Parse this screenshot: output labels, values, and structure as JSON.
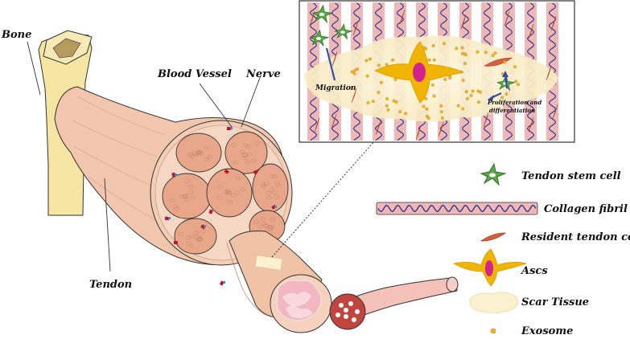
{
  "labels": {
    "bone": "Bone",
    "tendon": "Tendon",
    "blood_vessel": "Blood Vessel",
    "nerve": "Nerve",
    "migration": "Migration",
    "prolif_1": "Proliferation and",
    "prolif_2": "differentiation"
  },
  "legend": [
    {
      "label": "Tendon stem cell",
      "icon": "tendon-stem-cell-icon"
    },
    {
      "label": "Collagen fibril",
      "icon": "collagen-fibril-icon"
    },
    {
      "label": "Resident tendon cell",
      "icon": "resident-tendon-cell-icon"
    },
    {
      "label": "Ascs",
      "icon": "ascs-icon"
    },
    {
      "label": "Scar Tissue",
      "icon": "scar-tissue-icon"
    },
    {
      "label": "Exosome",
      "icon": "exosome-icon"
    }
  ],
  "colors": {
    "bone": "#f6e6a3",
    "tendon": "#f2c7ad",
    "fascicle": "#e7a788",
    "collagen": "#f0b7b7",
    "wave": "#2f3b8f",
    "stem_cell": "#5aa849",
    "resident_cell": "#d9603c",
    "ascs": "#f1b400",
    "ascs_nucleus": "#d3238c",
    "scar": "#fbf0cf",
    "exosome": "#f2b230",
    "blood": "#c8102e",
    "nerve": "#2c8fd6"
  }
}
